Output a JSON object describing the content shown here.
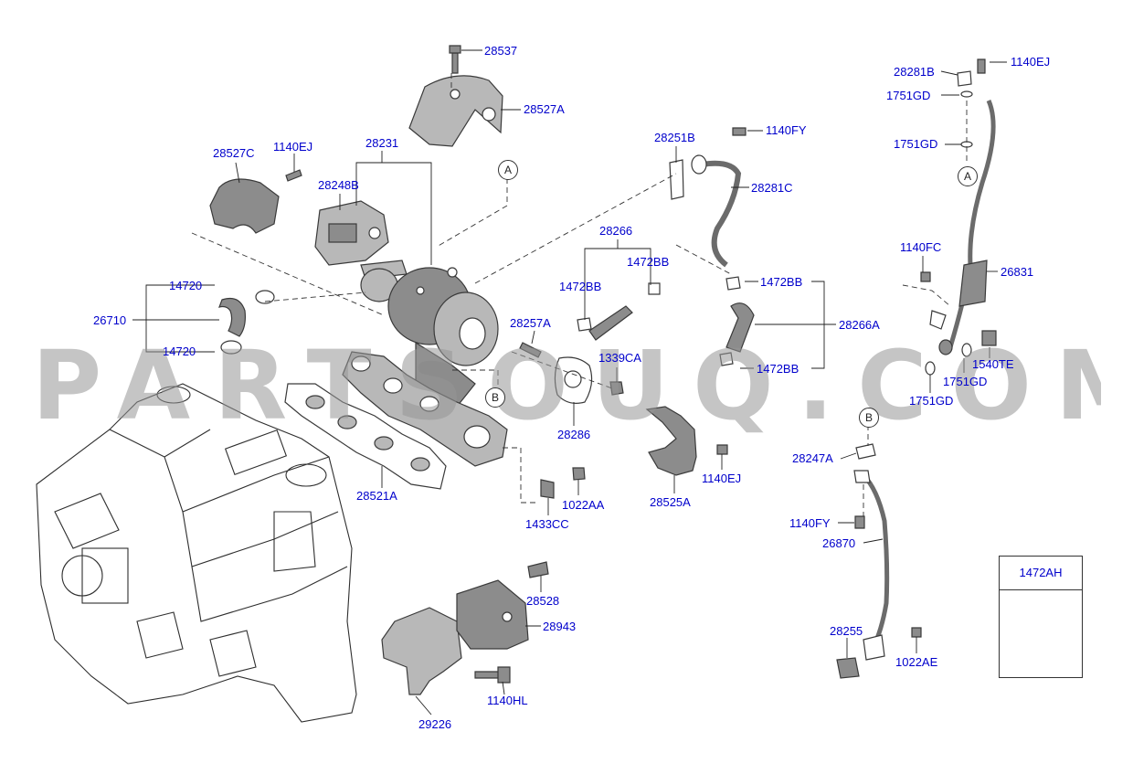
{
  "watermark": "PARTSOUQ.COM",
  "inset": {
    "label": "1472AH"
  },
  "refs": {
    "a1": "A",
    "a2": "A",
    "b1": "B",
    "b2": "B"
  },
  "labels": {
    "p28537": "28537",
    "p28527A": "28527A",
    "p28231": "28231",
    "p28527C": "28527C",
    "p1140EJ_a": "1140EJ",
    "p28248B": "28248B",
    "p28251B": "28251B",
    "p1140FY_a": "1140FY",
    "p28281C": "28281C",
    "p28281B": "28281B",
    "p1140EJ_b": "1140EJ",
    "p1751GD_a": "1751GD",
    "p1751GD_b": "1751GD",
    "p14720_a": "14720",
    "p26710": "26710",
    "p14720_b": "14720",
    "p28266": "28266",
    "p1472BB_a": "1472BB",
    "p1472BB_b": "1472BB",
    "p1472BB_c": "1472BB",
    "p28266A": "28266A",
    "p1472BB_d": "1472BB",
    "p1140FC": "1140FC",
    "p26831": "26831",
    "p28257A": "28257A",
    "p1339CA": "1339CA",
    "p28286": "28286",
    "p1540TE": "1540TE",
    "p1751GD_c": "1751GD",
    "p1751GD_d": "1751GD",
    "p28521A": "28521A",
    "p1022AA_a": "1022AA",
    "p1433CC": "1433CC",
    "p28525A": "28525A",
    "p1140EJ_c": "1140EJ",
    "p28247A": "28247A",
    "p1140FY_b": "1140FY",
    "p26870": "26870",
    "p28528": "28528",
    "p28943": "28943",
    "p1140HL": "1140HL",
    "p29226": "29226",
    "p28255": "28255",
    "p1022AE": "1022AE"
  }
}
